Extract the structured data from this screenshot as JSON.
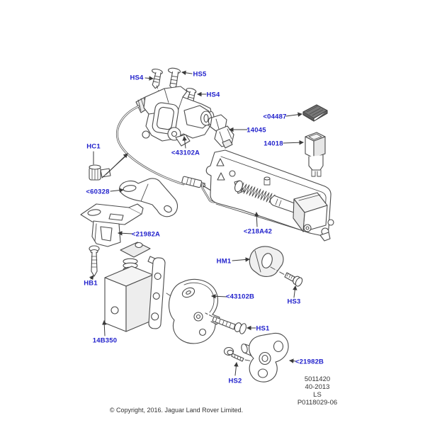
{
  "theme": {
    "callout_color": "#2222cc",
    "line_color": "#4a4a4a",
    "background": "#ffffff"
  },
  "diagram": {
    "callouts": {
      "hs4_top": "HS4",
      "hs5": "HS5",
      "hs4_right": "HS4",
      "lock_assembly_a": "<43102A",
      "sensor_14045": "14045",
      "pad_04487": "<04487",
      "switch_14018": "14018",
      "clip_hc1": "HC1",
      "bracket_60328": "<60328",
      "striker_21982a": "<21982A",
      "latch_218a42": "<218A42",
      "wedge_hm1": "HM1",
      "bolt_hb1": "HB1",
      "screw_hs3": "HS3",
      "lock_housing_43102b": "<43102B",
      "actuator_14b350": "14B350",
      "bolt_hs1": "HS1",
      "screw_hs2": "HS2",
      "striker_21982b": "<21982B"
    }
  },
  "footer": {
    "ref_block": [
      "5011420",
      "40-2013",
      "LS",
      "P0118029-06"
    ],
    "copyright": "© Copyright, 2016. Jaguar Land Rover Limited."
  }
}
